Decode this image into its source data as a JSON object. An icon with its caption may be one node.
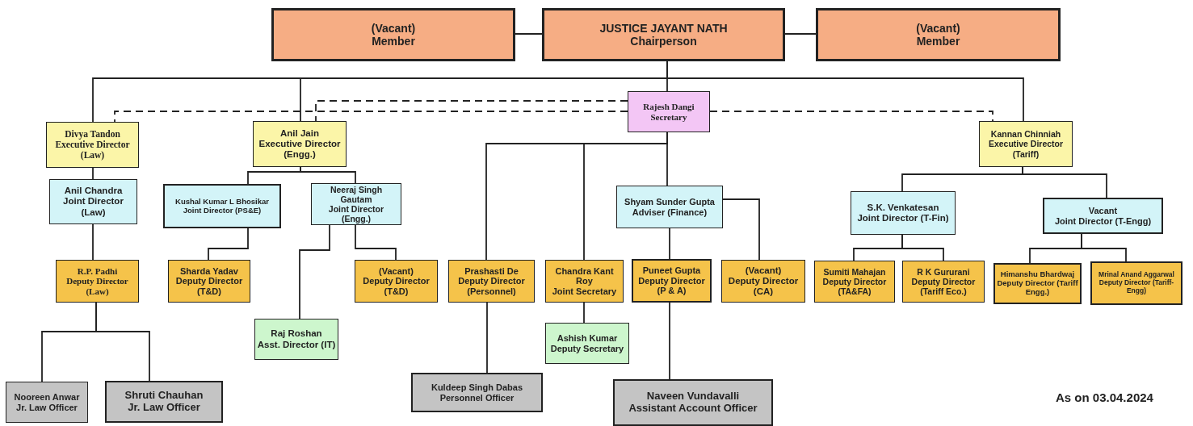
{
  "diagram": {
    "nodes": [
      {
        "text": [
          "(Vacant)",
          "Member"
        ]
      },
      {
        "text": [
          "JUSTICE JAYANT NATH",
          "Chairperson"
        ]
      },
      {
        "text": [
          "(Vacant)",
          "Member"
        ]
      },
      {
        "text": [
          "Rajesh Dangi",
          "Secretary"
        ]
      },
      {
        "text": [
          "Divya Tandon",
          "Executive Director (Law)"
        ]
      },
      {
        "text": [
          "Anil Jain",
          "Executive Director (Engg.)"
        ]
      },
      {
        "text": [
          "Kannan Chinniah",
          "Executive Director (Tariff)"
        ]
      },
      {
        "text": [
          "Anil Chandra",
          "Joint Director (Law)"
        ]
      },
      {
        "text": [
          "Kushal Kumar L Bhosikar",
          "Joint Director (PS&E)"
        ]
      },
      {
        "text": [
          "Neeraj Singh Gautam",
          "Joint Director (Engg.)"
        ]
      },
      {
        "text": [
          "Shyam Sunder Gupta",
          "Adviser (Finance)"
        ]
      },
      {
        "text": [
          "S.K. Venkatesan",
          "Joint Director (T-Fin)"
        ]
      },
      {
        "text": [
          "Vacant",
          "Joint Director (T-Engg)"
        ]
      },
      {
        "text": [
          "R.P. Padhi",
          "Deputy Director (Law)"
        ]
      },
      {
        "text": [
          "Sharda Yadav",
          "Deputy Director (T&D)"
        ]
      },
      {
        "text": [
          "(Vacant)",
          "Deputy Director (T&D)"
        ]
      },
      {
        "text": [
          "Prashasti De",
          "Deputy Director (Personnel)"
        ]
      },
      {
        "text": [
          "Chandra Kant Roy",
          "Joint Secretary"
        ]
      },
      {
        "text": [
          "Puneet Gupta",
          "Deputy Director (P & A)"
        ]
      },
      {
        "text": [
          "(Vacant)",
          "Deputy Director (CA)"
        ]
      },
      {
        "text": [
          "Sumiti Mahajan",
          "Deputy Director (TA&FA)"
        ]
      },
      {
        "text": [
          "R K Gururani",
          "Deputy Director (Tariff Eco.)"
        ]
      },
      {
        "text": [
          "Himanshu Bhardwaj",
          "Deputy Director (Tariff Engg.)"
        ]
      },
      {
        "text": [
          "Mrinal Anand Aggarwal",
          "Deputy Director (Tariff- Engg)"
        ]
      },
      {
        "text": [
          "Raj Roshan",
          "Asst. Director (IT)"
        ]
      },
      {
        "text": [
          "Ashish Kumar",
          "Deputy Secretary"
        ]
      },
      {
        "text": [
          "Nooreen Anwar",
          "Jr. Law Officer"
        ]
      },
      {
        "text": [
          "Shruti Chauhan",
          "Jr. Law Officer"
        ]
      },
      {
        "text": [
          "Kuldeep Singh Dabas",
          "Personnel Officer"
        ]
      },
      {
        "text": [
          "Naveen Vundavalli",
          "Assistant Account Officer"
        ]
      }
    ],
    "edges": [
      {
        "from": 0,
        "to": 1,
        "arrow": "none"
      },
      {
        "from": 1,
        "to": 2,
        "arrow": "none"
      },
      {
        "from": 1,
        "to": 3,
        "arrow": "none"
      },
      {
        "from": 1,
        "to": 4,
        "arrow": "none"
      },
      {
        "from": 1,
        "to": 5,
        "arrow": "none"
      },
      {
        "from": 1,
        "to": 6,
        "arrow": "none"
      },
      {
        "from": 3,
        "to": 4,
        "arrow": "none",
        "style": "dashed"
      },
      {
        "from": 3,
        "to": 5,
        "arrow": "none",
        "style": "dashed"
      },
      {
        "from": 3,
        "to": 6,
        "arrow": "none",
        "style": "dashed"
      },
      {
        "from": 4,
        "to": 7,
        "arrow": "none"
      },
      {
        "from": 5,
        "to": 8,
        "arrow": "none"
      },
      {
        "from": 5,
        "to": 9,
        "arrow": "none"
      },
      {
        "from": 6,
        "to": 11,
        "arrow": "none"
      },
      {
        "from": 6,
        "to": 12,
        "arrow": "none"
      },
      {
        "from": 3,
        "to": 16,
        "arrow": "none"
      },
      {
        "from": 3,
        "to": 17,
        "arrow": "none"
      },
      {
        "from": 3,
        "to": 10,
        "arrow": "none"
      },
      {
        "from": 7,
        "to": 13,
        "arrow": "none"
      },
      {
        "from": 8,
        "to": 14,
        "arrow": "none"
      },
      {
        "from": 9,
        "to": 24,
        "arrow": "none"
      },
      {
        "from": 9,
        "to": 15,
        "arrow": "none"
      },
      {
        "from": 10,
        "to": 18,
        "arrow": "none"
      },
      {
        "from": 10,
        "to": 19,
        "arrow": "none"
      },
      {
        "from": 11,
        "to": 20,
        "arrow": "none"
      },
      {
        "from": 11,
        "to": 21,
        "arrow": "none"
      },
      {
        "from": 12,
        "to": 22,
        "arrow": "none"
      },
      {
        "from": 12,
        "to": 23,
        "arrow": "none"
      },
      {
        "from": 13,
        "to": 26,
        "arrow": "none"
      },
      {
        "from": 13,
        "to": 27,
        "arrow": "none"
      },
      {
        "from": 16,
        "to": 28,
        "arrow": "none"
      },
      {
        "from": 17,
        "to": 25,
        "arrow": "none"
      },
      {
        "from": 18,
        "to": 29,
        "arrow": "none"
      }
    ],
    "labels": [
      "As on 03.04.2024"
    ]
  }
}
